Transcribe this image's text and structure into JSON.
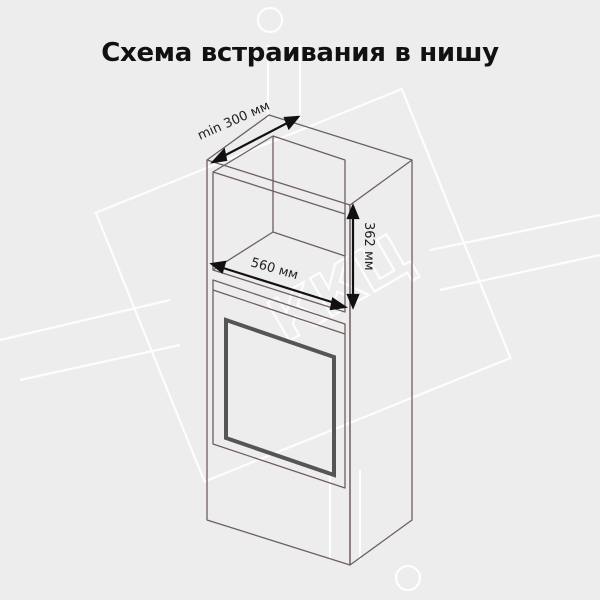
{
  "title": "Схема встраивания в нишу",
  "dimensions": {
    "depth_label": "min 300 мм",
    "height_label": "362 мм",
    "width_label": "560 мм"
  },
  "watermark": {
    "text": "ККЦ"
  },
  "colors": {
    "background": "#ededed",
    "lines": "#6f5f5f",
    "oven_glass": "#555555",
    "arrows": "#111111"
  }
}
